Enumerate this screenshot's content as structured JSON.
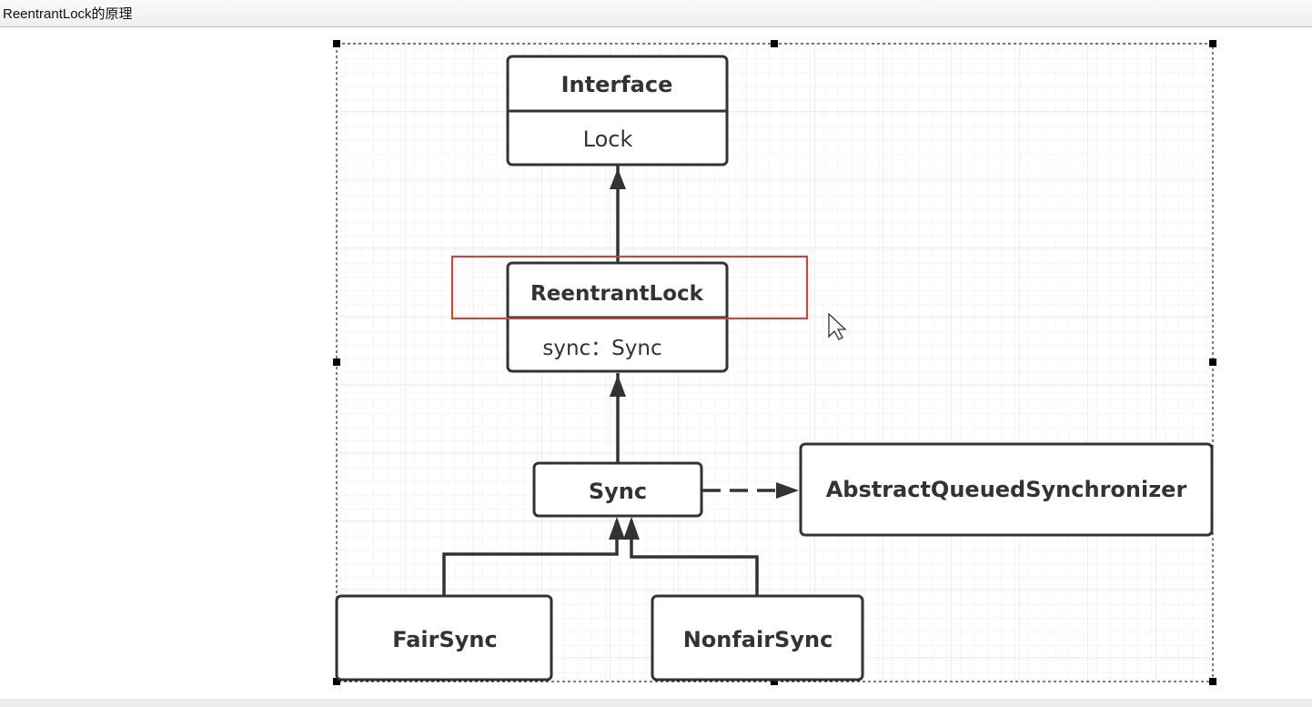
{
  "window": {
    "title": "ReentrantLock的原理"
  },
  "diagram": {
    "interface_box": {
      "header": "Interface",
      "body": "Lock"
    },
    "reentrantlock_box": {
      "header": "ReentrantLock",
      "body": "sync：Sync"
    },
    "sync_box": {
      "label": "Sync"
    },
    "aqs_box": {
      "label": "AbstractQueuedSynchronizer"
    },
    "fairsync_box": {
      "label": "FairSync"
    },
    "nonfairsync_box": {
      "label": "NonfairSync"
    },
    "colors": {
      "box_stroke": "#333333",
      "highlight": "#e8392d",
      "grid": "#e6e6e6",
      "selection": "#000000"
    }
  }
}
